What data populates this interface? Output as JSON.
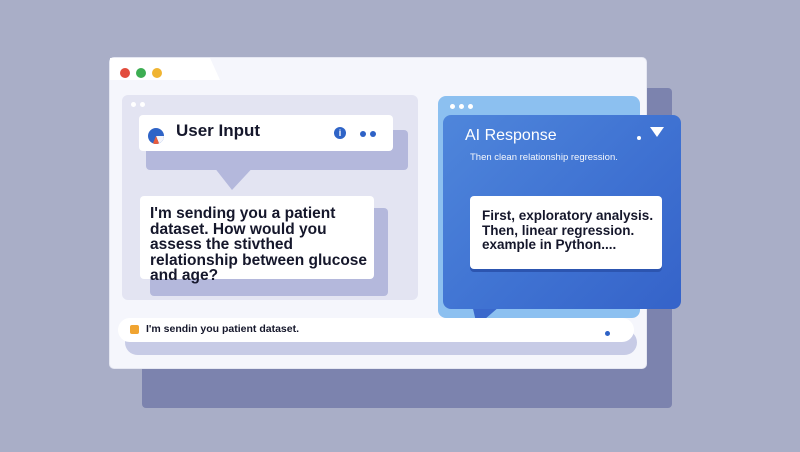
{
  "window": {
    "controls": [
      "close",
      "minimize",
      "maximize"
    ]
  },
  "user_panel": {
    "title": "User Input",
    "info_glyph": "i",
    "message": "I'm sending you a patient dataset. How would you assess the stivthed relationship between glucose and age?"
  },
  "ai_panel": {
    "title": "AI Response",
    "subtitle": "Then clean relationship regression.",
    "message": "First, exploratory analysis. Then, linear regression. example in Python...."
  },
  "composer": {
    "value": "I'm sendin you patient dataset."
  },
  "colors": {
    "background": "#a9aec7",
    "accent_blue": "#3f72d2",
    "light_blue": "#8cc0f0",
    "close": "#e24c3c",
    "minimize": "#3cad52",
    "maximize": "#f0b431"
  }
}
